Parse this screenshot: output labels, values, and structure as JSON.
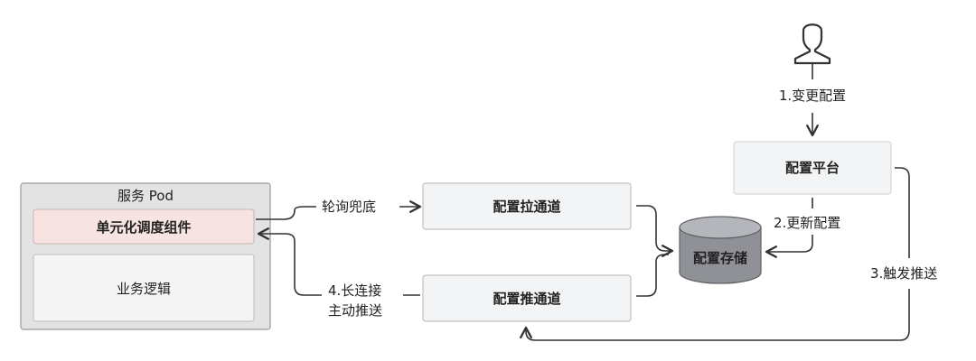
{
  "pod": {
    "title": "服务 Pod",
    "component": "单元化调度组件",
    "logic": "业务逻辑"
  },
  "channels": {
    "pull": "配置拉通道",
    "push": "配置推通道"
  },
  "storage": "配置存储",
  "platform": "配置平台",
  "labels": {
    "poll": "轮询兜底",
    "long_conn_line1": "4.长连接",
    "long_conn_line2": "主动推送",
    "change": "1.变更配置",
    "update": "2.更新配置",
    "trigger": "3.触发推送"
  },
  "icons": {
    "user": "user-icon"
  },
  "colors": {
    "pod_bg": "#e3e3e3",
    "component_bg": "#f7e3e1",
    "box_bg": "#f3f4f5",
    "storage_fill": "#8f9197",
    "line": "#333333"
  }
}
